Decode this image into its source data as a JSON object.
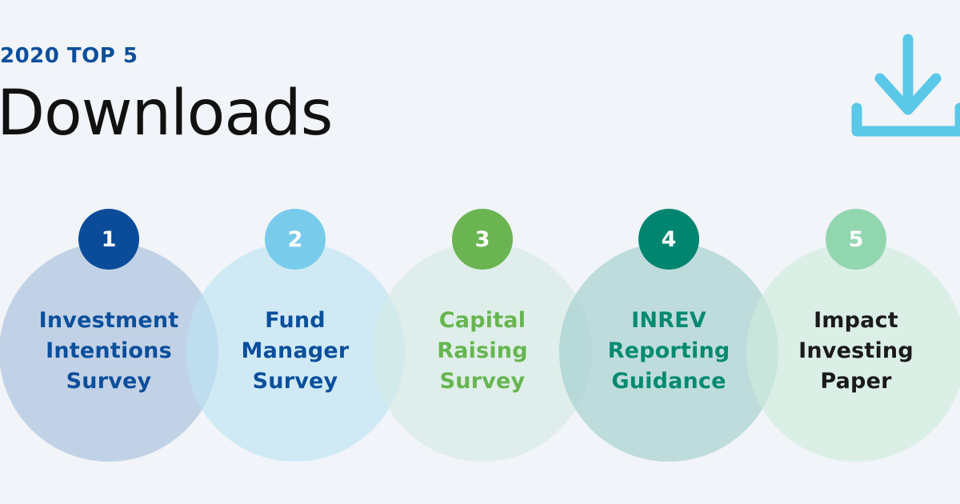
{
  "header": {
    "eyebrow": "2020 TOP 5",
    "title": "Downloads",
    "icon": "download-icon",
    "icon_color": "#5bc8e8"
  },
  "items": [
    {
      "rank": "1",
      "label": "Investment\nIntentions\nSurvey",
      "badge_color": "#0b4c9a",
      "text_color": "#0b4f9c"
    },
    {
      "rank": "2",
      "label": "Fund\nManager\nSurvey",
      "badge_color": "#79cbeb",
      "text_color": "#0b4f9c"
    },
    {
      "rank": "3",
      "label": "Capital\nRaising\nSurvey",
      "badge_color": "#6ab452",
      "text_color": "#67b551"
    },
    {
      "rank": "4",
      "label": "INREV\nReporting\nGuidance",
      "badge_color": "#008670",
      "text_color": "#008a6f"
    },
    {
      "rank": "5",
      "label": "Impact\nInvesting\nPaper",
      "badge_color": "#92d6b0",
      "text_color": "#1a1a1a"
    }
  ],
  "colors": {
    "background": "#f1f4f8",
    "eyebrow": "#0b4f9c",
    "title": "#111111"
  }
}
